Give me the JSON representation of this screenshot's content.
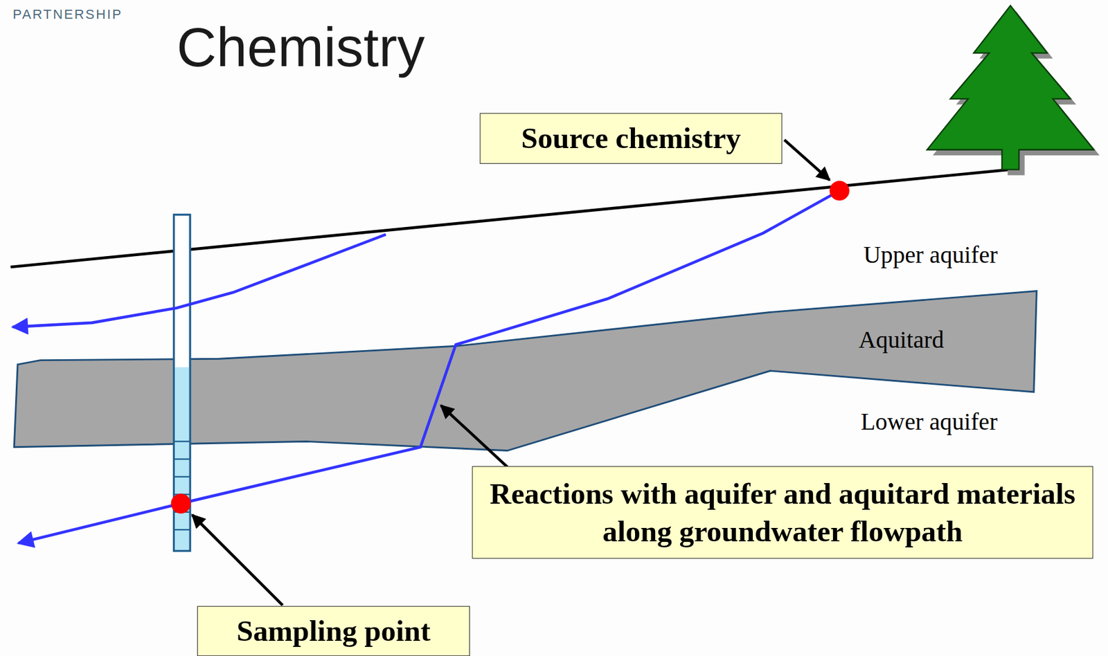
{
  "diagram": {
    "title": "Chemistry",
    "nodes": [
      {
        "text": [
          "Source chemistry"
        ]
      },
      {
        "text": [
          "Aquitard"
        ]
      },
      {
        "text": [
          "Reactions with aquifer and aquitard materials along groundwater flowpath"
        ]
      },
      {
        "text": [
          "Sampling point"
        ]
      }
    ],
    "labels": [
      "PARTNERSHIP",
      "Upper aquifer",
      "Lower aquifer"
    ]
  }
}
